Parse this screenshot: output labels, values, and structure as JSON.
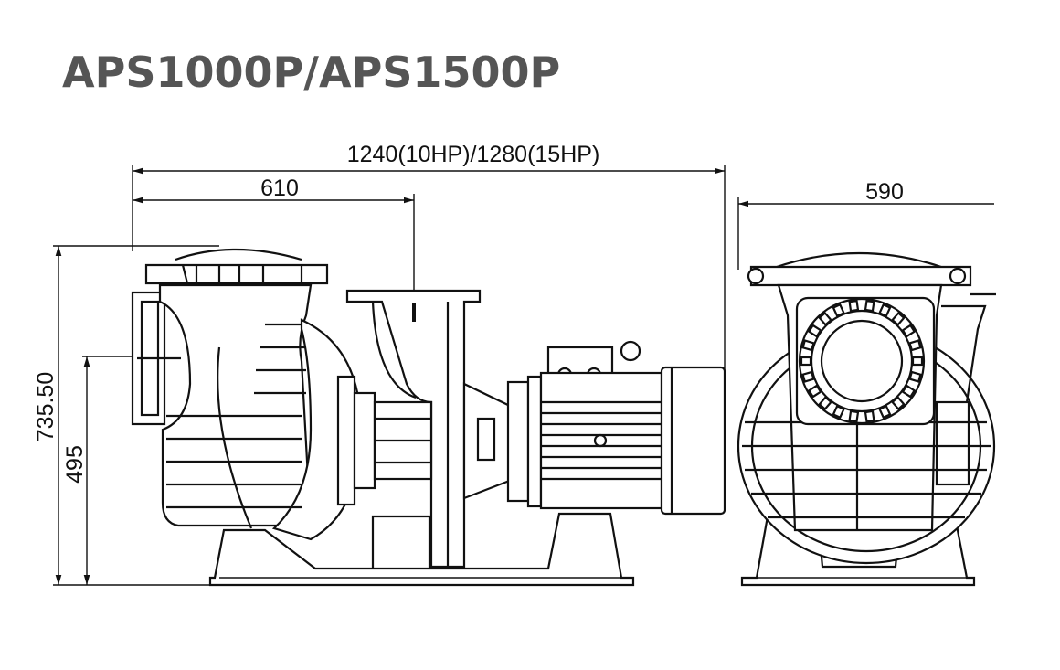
{
  "title": "APS1000P/APS1500P",
  "dimensions": {
    "overall_length": "1240(10HP)/1280(15HP)",
    "inlet_to_outlet": "610",
    "width": "590",
    "overall_height": "735.50",
    "inlet_height": "495"
  },
  "colors": {
    "title": "#555555",
    "line": "#111111",
    "background": "#ffffff"
  }
}
